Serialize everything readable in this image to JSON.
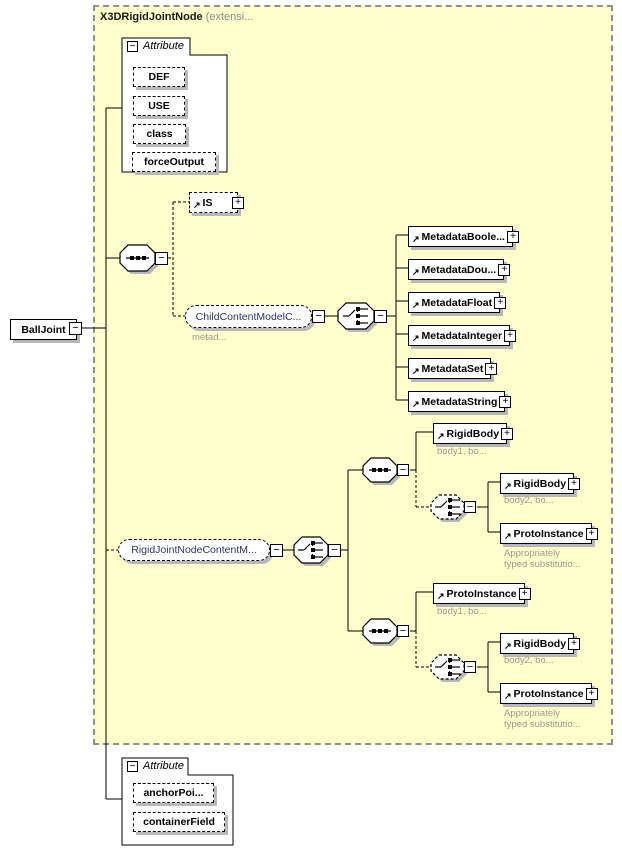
{
  "title": {
    "name": "X3DRigidJointNode",
    "suffix": " (extensi..."
  },
  "root": {
    "label": "BallJoint"
  },
  "top_attributes": {
    "header": "Attribute",
    "items": [
      "DEF",
      "USE",
      "class",
      "forceOutput"
    ]
  },
  "is_element": {
    "label": "IS"
  },
  "child_content_group": {
    "label": "ChildContentModelC...",
    "annotation": "metad..."
  },
  "metadata": {
    "items": [
      "MetadataBoole...",
      "MetadataDou...",
      "MetadataFloat",
      "MetadataInteger",
      "MetadataSet",
      "MetadataString"
    ]
  },
  "rigid_joint_group": {
    "label": "RigidJointNodeContentM..."
  },
  "seq1": {
    "first": {
      "label": "RigidBody",
      "annotation": "body1, bo..."
    },
    "alt1": {
      "label": "RigidBody",
      "annotation": "body2, bo..."
    },
    "alt2": {
      "label": "ProtoInstance",
      "annotation": "Appropriately\ntyped substitutio..."
    }
  },
  "seq2": {
    "first": {
      "label": "ProtoInstance",
      "annotation": "body1, bo..."
    },
    "alt1": {
      "label": "RigidBody",
      "annotation": "body2, bo..."
    },
    "alt2": {
      "label": "ProtoInstance",
      "annotation": "Appropriately\ntyped substitutio..."
    }
  },
  "bottom_attributes": {
    "header": "Attribute",
    "items": [
      "anchorPoi...",
      "containerField"
    ]
  },
  "glyphs": {
    "collapse": "−",
    "expand": "+",
    "reference": "↗"
  },
  "colors": {
    "container_fill": "#ffffcc",
    "container_border": "#909090",
    "group_text": "#333366",
    "annotation_text": "#9b9b90",
    "shadow": "#b8b8b8",
    "element_text": "#000000"
  }
}
